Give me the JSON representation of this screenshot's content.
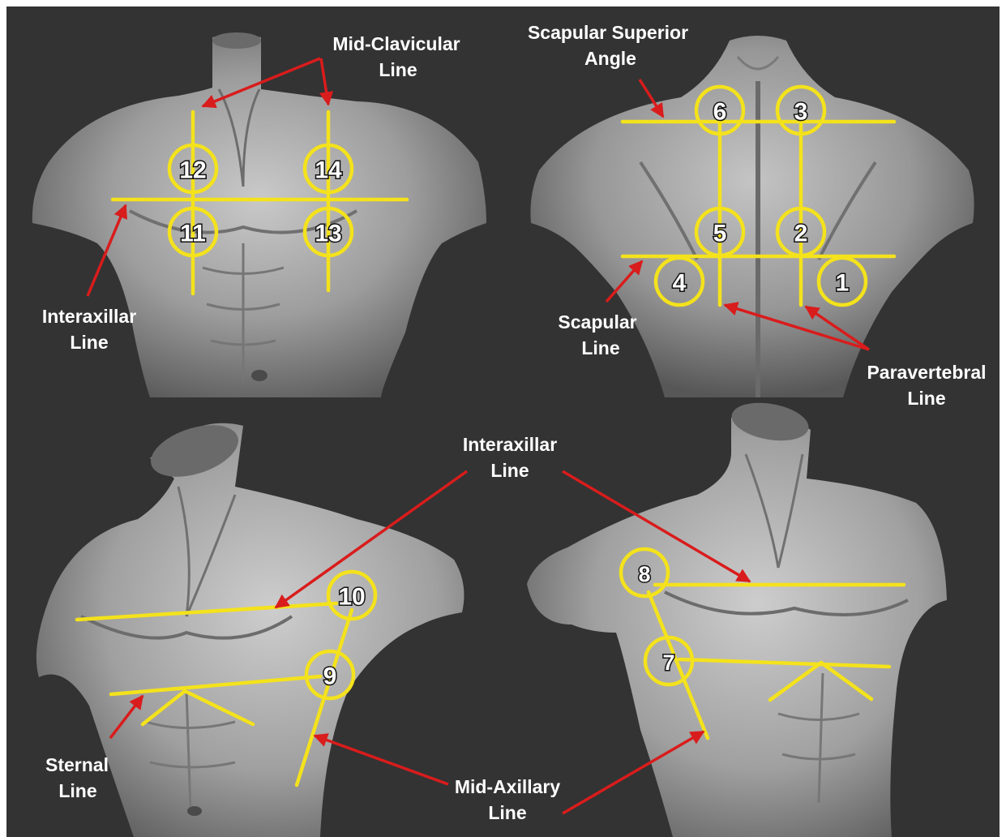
{
  "colors": {
    "background": "#333333",
    "frame": "#ffffff",
    "guide_line": "#f4e21c",
    "arrow": "#d91c1c",
    "label_text": "#ffffff",
    "torso_highlight": "#d0d0d0",
    "torso_shadow": "#5c5c5c"
  },
  "panels": {
    "front": {
      "labels": {
        "mid_clavicular_1": "Mid-Clavicular",
        "mid_clavicular_2": "Line",
        "interaxillar_1": "Interaxillar",
        "interaxillar_2": "Line"
      },
      "points": [
        "12",
        "14",
        "11",
        "13"
      ]
    },
    "back": {
      "labels": {
        "scapular_superior_1": "Scapular Superior",
        "scapular_superior_2": "Angle",
        "scapular_1": "Scapular",
        "scapular_2": "Line",
        "paravertebral_1": "Paravertebral",
        "paravertebral_2": "Line"
      },
      "points": [
        "6",
        "3",
        "5",
        "2",
        "4",
        "1"
      ]
    },
    "oblique": {
      "labels": {
        "interaxillar_1": "Interaxillar",
        "interaxillar_2": "Line",
        "sternal_1": "Sternal",
        "sternal_2": "Line",
        "mid_axillary_1": "Mid-Axillary",
        "mid_axillary_2": "Line"
      },
      "points": [
        "10",
        "9",
        "8",
        "7"
      ]
    }
  }
}
